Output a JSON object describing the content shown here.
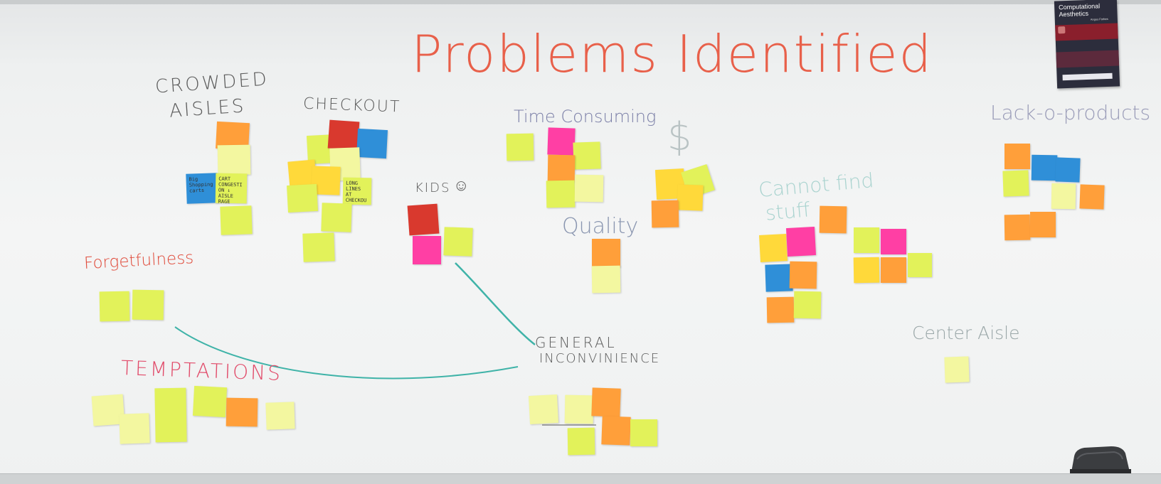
{
  "board": {
    "background": "#f2f3f3",
    "title": "Problems Identified"
  },
  "headings": {
    "crowded_aisles_line1": "CROWDED",
    "crowded_aisles_line2": "AISLES",
    "checkout": "CHECKOUT",
    "time_consuming": "Time Consuming",
    "kids": "KIDS",
    "quality": "Quality",
    "money": "$",
    "cannot_find_line1": "Cannot find",
    "cannot_find_line2": "stuff",
    "lack_of_products": "Lack-o-products",
    "forgetfulness": "Forgetfulness",
    "temptations": "TEMPTATIONS",
    "general_inconvenience_line1": "GENERAL",
    "general_inconvenience_line2": "INCONVINIENCE",
    "center_aisle": "Center Aisle"
  },
  "notes": [
    {
      "text": "",
      "color": "#ff9f3a"
    },
    {
      "text": "",
      "color": "#f3f7a0"
    },
    {
      "text": "Big Shopping carts",
      "color": "#2f8fd8"
    },
    {
      "text": "CART CONGESTION ↓ AISLE RAGE",
      "color": "#e2f25a"
    },
    {
      "text": "",
      "color": "#e2f25a"
    },
    {
      "text": "",
      "color": "#e2f25a"
    },
    {
      "text": "",
      "color": "#d9392e"
    },
    {
      "text": "",
      "color": "#2f8fd8"
    },
    {
      "text": "",
      "color": "#f3f7a0"
    },
    {
      "text": "",
      "color": "#ffd93a"
    },
    {
      "text": "",
      "color": "#ffd93a"
    },
    {
      "text": "LONG LINES AT CHECKOUT",
      "color": "#e2f25a"
    },
    {
      "text": "",
      "color": "#e2f25a"
    },
    {
      "text": "",
      "color": "#e2f25a"
    },
    {
      "text": "",
      "color": "#e2f25a"
    },
    {
      "text": "",
      "color": "#e2f25a"
    },
    {
      "text": "",
      "color": "#ff3fa4"
    },
    {
      "text": "",
      "color": "#e2f25a"
    },
    {
      "text": "",
      "color": "#ff9f3a"
    },
    {
      "text": "",
      "color": "#e2f25a"
    },
    {
      "text": "",
      "color": "#f3f7a0"
    },
    {
      "text": "",
      "color": "#d9392e"
    },
    {
      "text": "",
      "color": "#ff3fa4"
    },
    {
      "text": "",
      "color": "#e2f25a"
    },
    {
      "text": "",
      "color": "#ff9f3a"
    },
    {
      "text": "",
      "color": "#f3f7a0"
    },
    {
      "text": "",
      "color": "#ffd93a"
    },
    {
      "text": "",
      "color": "#e2f25a"
    },
    {
      "text": "",
      "color": "#ffd93a"
    },
    {
      "text": "",
      "color": "#ff9f3a"
    },
    {
      "text": "",
      "color": "#ff9f3a"
    },
    {
      "text": "",
      "color": "#ffd93a"
    },
    {
      "text": "",
      "color": "#ff3fa4"
    },
    {
      "text": "",
      "color": "#2f8fd8"
    },
    {
      "text": "",
      "color": "#ff9f3a"
    },
    {
      "text": "",
      "color": "#ff9f3a"
    },
    {
      "text": "",
      "color": "#e2f25a"
    },
    {
      "text": "",
      "color": "#e2f25a"
    },
    {
      "text": "",
      "color": "#ff3fa4"
    },
    {
      "text": "",
      "color": "#ffd93a"
    },
    {
      "text": "",
      "color": "#ff9f3a"
    },
    {
      "text": "",
      "color": "#e2f25a"
    },
    {
      "text": "",
      "color": "#ff9f3a"
    },
    {
      "text": "",
      "color": "#2f8fd8"
    },
    {
      "text": "",
      "color": "#2f8fd8"
    },
    {
      "text": "",
      "color": "#e2f25a"
    },
    {
      "text": "",
      "color": "#f3f7a0"
    },
    {
      "text": "",
      "color": "#ff9f3a"
    },
    {
      "text": "",
      "color": "#ff9f3a"
    },
    {
      "text": "",
      "color": "#ff9f3a"
    },
    {
      "text": "",
      "color": "#e2f25a"
    },
    {
      "text": "",
      "color": "#e2f25a"
    },
    {
      "text": "",
      "color": "#f3f7a0"
    },
    {
      "text": "",
      "color": "#f3f7a0"
    },
    {
      "text": "",
      "color": "#e2f25a"
    },
    {
      "text": "",
      "color": "#e2f25a"
    },
    {
      "text": "",
      "color": "#ff9f3a"
    },
    {
      "text": "",
      "color": "#f3f7a0"
    },
    {
      "text": "",
      "color": "#f3f7a0"
    },
    {
      "text": "",
      "color": "#f3f7a0"
    },
    {
      "text": "",
      "color": "#ff9f3a"
    },
    {
      "text": "",
      "color": "#e2f25a"
    },
    {
      "text": "",
      "color": "#ff9f3a"
    },
    {
      "text": "",
      "color": "#e2f25a"
    },
    {
      "text": "",
      "color": "#f3f7a0"
    }
  ],
  "poster": {
    "title": "Computational Aesthetics",
    "author": "Angus Forbes"
  },
  "colors": {
    "title_ink": "#e8604a",
    "black_ink": "#5a5a5a",
    "red_ink": "#e04a3a",
    "teal_ink": "#3fb3a8",
    "purple_ink": "#7c80a8",
    "gray_ink": "#9aa7a8"
  }
}
